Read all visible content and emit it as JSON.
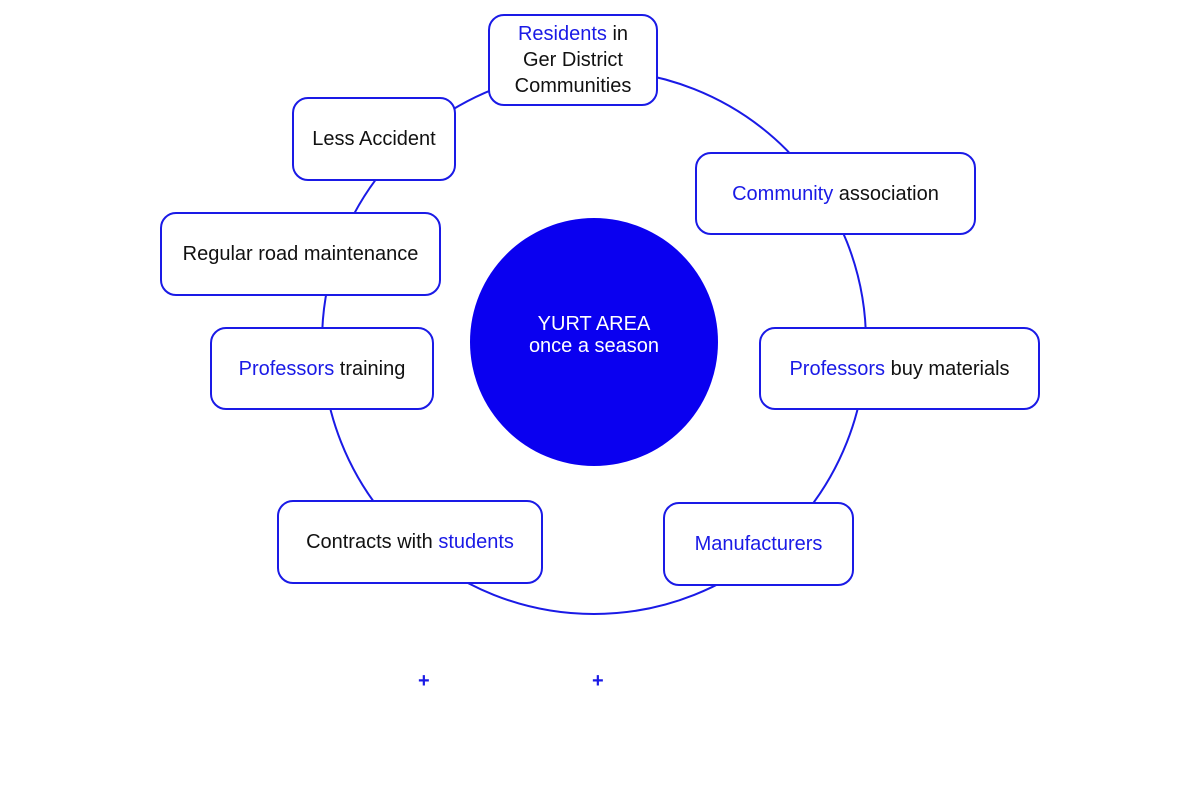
{
  "diagram": {
    "center": {
      "line1": "YURT AREA",
      "line2": "once a season",
      "fill": "#0a00f0"
    },
    "accent_color": "#1a1ae6",
    "nodes": {
      "residents": {
        "hl": "Residents",
        "rest1": " in",
        "rest2": "Ger District",
        "rest3": "Communities"
      },
      "community": {
        "hl": "Community",
        "rest": " association"
      },
      "professors_buy": {
        "hl": "Professors",
        "rest": " buy materials"
      },
      "manufacturers": {
        "hl": "Manufacturers"
      },
      "contracts": {
        "pre": "Contracts with ",
        "hl": "students"
      },
      "professors_training": {
        "hl": "Professors",
        "rest": " training"
      },
      "road_maintenance": {
        "text": "Regular road maintenance"
      },
      "less_accident": {
        "text": "Less Accident"
      }
    },
    "plus_markers": [
      "+",
      "+"
    ]
  }
}
